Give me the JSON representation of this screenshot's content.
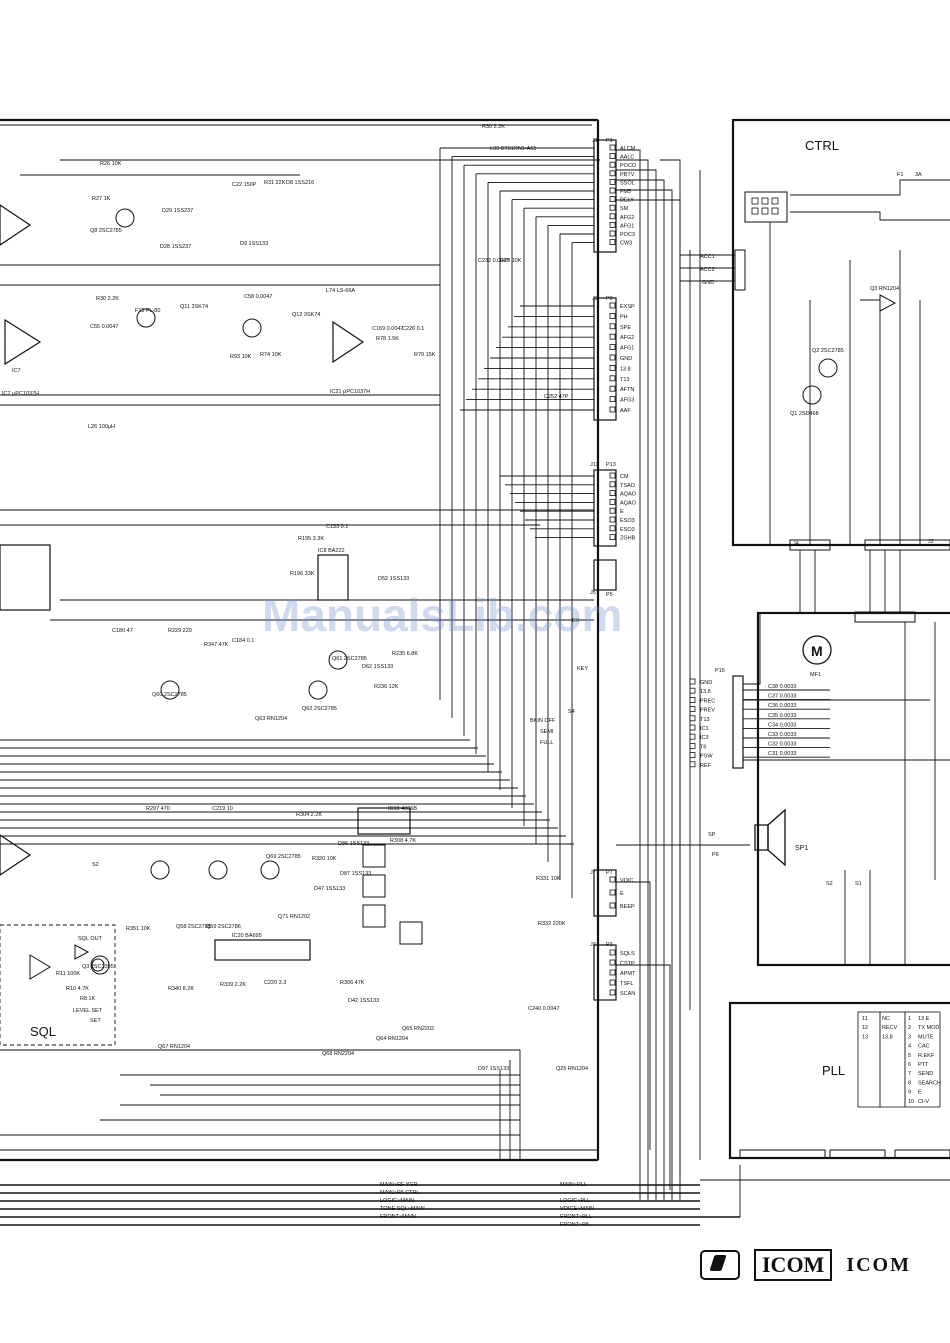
{
  "blocks": {
    "ctrl": "CTRL",
    "pll": "PLL",
    "sql": "SQL"
  },
  "connectors": {
    "j1": "J1",
    "p1": "P1",
    "j9": "J9",
    "p9": "P9",
    "j13": "J13",
    "p13": "P13",
    "j8": "J8",
    "p8": "P8",
    "j5": "J5",
    "p5": "P5",
    "j7": "J7",
    "p7": "P7",
    "j3": "J3",
    "p3": "P3",
    "j15": "P15",
    "p6": "P6",
    "sp_mark": "SP"
  },
  "j1_pins": [
    "ALCM",
    "AALC",
    "POCO",
    "PBTV",
    "SSOL",
    "FM5",
    "DELY",
    "SM",
    "AFG2",
    "AFG1",
    "POC3",
    "CW3"
  ],
  "j9_pins": [
    "EXSP",
    "PH",
    "SPE",
    "AFG2",
    "AFG1",
    "GND",
    "13.8",
    "T13",
    "AFTN",
    "AFG3",
    "AAF"
  ],
  "j13_pins": [
    "CM",
    "TSAO",
    "AQAO",
    "AQAO",
    "E",
    "ESO3",
    "ESO3",
    "ZGHB"
  ],
  "j7_pins": [
    "VOIC",
    "E",
    "BEEP"
  ],
  "j3_pins": [
    "SQLS",
    "CSTP",
    "APMT",
    "TSFL",
    "SCAN"
  ],
  "p15_pins": [
    "GND",
    "13.8",
    "PREC",
    "PREV",
    "T13",
    "IC1",
    "IC3",
    "T6",
    "PSW",
    "REF"
  ],
  "p15_caps": [
    "C38 0.0033",
    "C37 0.0033",
    "C36 0.0033",
    "C35 0.0033",
    "C34 0.0033",
    "C33 0.0033",
    "C32 0.0033",
    "C31 0.0033"
  ],
  "ctrl_labels": {
    "fuse": "F1",
    "fuse_val": "3A",
    "acc": [
      "ACC1",
      "ACC2",
      "GND"
    ],
    "transistors": [
      "Q1 2SD468",
      "Q2 2SC2785",
      "Q3 RN1204"
    ],
    "j2": "J2",
    "j4": "J4",
    "motor": "MF1",
    "s1": "S1",
    "s2": "S2",
    "sp1": "SP1"
  },
  "pll_table": {
    "rows": [
      [
        "11",
        "NC",
        "1",
        "13 E"
      ],
      [
        "12",
        "RECV",
        "2",
        "TX MOD"
      ],
      [
        "13",
        "13.8",
        "3",
        "MUTE"
      ],
      [
        "",
        "",
        "4",
        "CAC"
      ],
      [
        "",
        "",
        "5",
        "R.EKF"
      ],
      [
        "",
        "",
        "6",
        "PTT"
      ],
      [
        "",
        "",
        "7",
        "SEND"
      ],
      [
        "",
        "",
        "8",
        "SEARCH"
      ],
      [
        "",
        "",
        "9",
        "E"
      ],
      [
        "",
        "",
        "10",
        "CI-V"
      ]
    ]
  },
  "ic_labels": [
    "IC7",
    "IC8 BA222",
    "IC19 4066B",
    "IC20 BA695",
    "IC21 μPC1037H",
    "IC7 μPC1037H"
  ],
  "component_labels": [
    "R26 10K",
    "R27 1K",
    "Q8 2SC2785",
    "D29 1SS237",
    "D28 1SS237",
    "D9 1SS133",
    "C22 150P",
    "R31 22K",
    "D8 1SS216",
    "R30 2.2K",
    "L39 BT01RN1-A61",
    "C232 0.0047",
    "R29 10K",
    "R30 2.2K",
    "C55 0.0047",
    "F15 FL-80",
    "Q11 3SK74",
    "C58 0.0047",
    "R93 10K",
    "R74 10K",
    "Q12 3SK74",
    "L74 LS-66A",
    "C169 0.0047",
    "R78 1.5K",
    "C226 0.1",
    "R79 15K",
    "L26 100μH",
    "C252 47P",
    "R195 3.3K",
    "R196 33K",
    "D52 1SS133",
    "C133 0.1",
    "C180 47",
    "R229 220",
    "C184 0.1",
    "R347 47K",
    "Q60 2SC2785",
    "Q61 2SC2785",
    "Q62 2SC2785",
    "Q63 RN1204",
    "R235 6.8K",
    "R236 12K",
    "D62 1SS133",
    "R297 470",
    "C219 10",
    "R304 2.2K",
    "Q69 2SC2785",
    "Q58 2SC2785",
    "Q59 2SC2786",
    "R320 10K",
    "D86 1SS133",
    "D87 1SS133",
    "D47 1SS133",
    "R308 4.7K",
    "R331 10K",
    "R332 220K",
    "R351 10K",
    "Q71 RN1202",
    "R340 8.2K",
    "R339 2.2K",
    "C220 3.3",
    "R306 47K",
    "D42 1SS133",
    "Q64 RN1204",
    "Q65 RN2202",
    "Q67 RN1204",
    "Q68 RN2204",
    "D97 1SS133",
    "C240 0.0047",
    "Q25 RN1204",
    "R11 100K",
    "R10 4.7K",
    "R8 1K",
    "Q3 2SC3395"
  ],
  "switch_labels": {
    "s4": "S4",
    "bkin_off": "BKIN OFF",
    "semi": "SEMI",
    "full": "FULL",
    "key": "KEY",
    "sqlout": "SQL OUT",
    "level_set": "LEVEL SET",
    "set": "SET",
    "ex": "EX",
    "s2": "S2"
  },
  "bus_lines": [
    {
      "left": "MAIN~RF YGR",
      "right": "MAIN~PLL"
    },
    {
      "left": "MAIN~PA CTRL",
      "right": ""
    },
    {
      "left": "LOGIC~MAIN",
      "right": "LOGIC~PLL"
    },
    {
      "left": "TONE SQL~MAIN",
      "right": "VOICE~MAIN"
    },
    {
      "left": "FRONT~MAIN",
      "right": "FRONT~PLL"
    },
    {
      "left": "",
      "right": "FRONT~PA"
    }
  ],
  "brand": {
    "logo_box": "ICOM",
    "name": "ICOM"
  },
  "watermark": "ManualsLib.com",
  "colors": {
    "ink": "#111111",
    "paper": "#ffffff",
    "watermark": "#8aa4d8"
  }
}
